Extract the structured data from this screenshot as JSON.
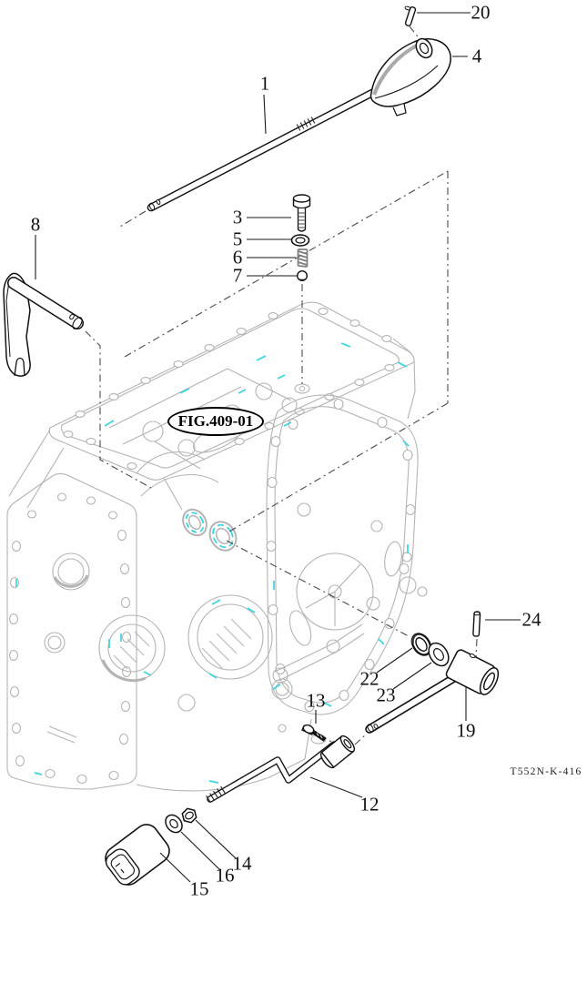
{
  "figure": {
    "reference_label": "FIG.409-01",
    "sheet_code": "T552N-K-416"
  },
  "colors": {
    "case_line": "#b4b4b4",
    "accent_cyan": "#3ad5e2",
    "part_line": "#111111",
    "label_text": "#111111"
  },
  "callouts": [
    {
      "num": "1"
    },
    {
      "num": "3"
    },
    {
      "num": "4"
    },
    {
      "num": "5"
    },
    {
      "num": "6"
    },
    {
      "num": "7"
    },
    {
      "num": "8"
    },
    {
      "num": "12"
    },
    {
      "num": "13"
    },
    {
      "num": "14"
    },
    {
      "num": "15"
    },
    {
      "num": "16"
    },
    {
      "num": "19"
    },
    {
      "num": "20"
    },
    {
      "num": "22"
    },
    {
      "num": "23"
    },
    {
      "num": "24"
    }
  ]
}
